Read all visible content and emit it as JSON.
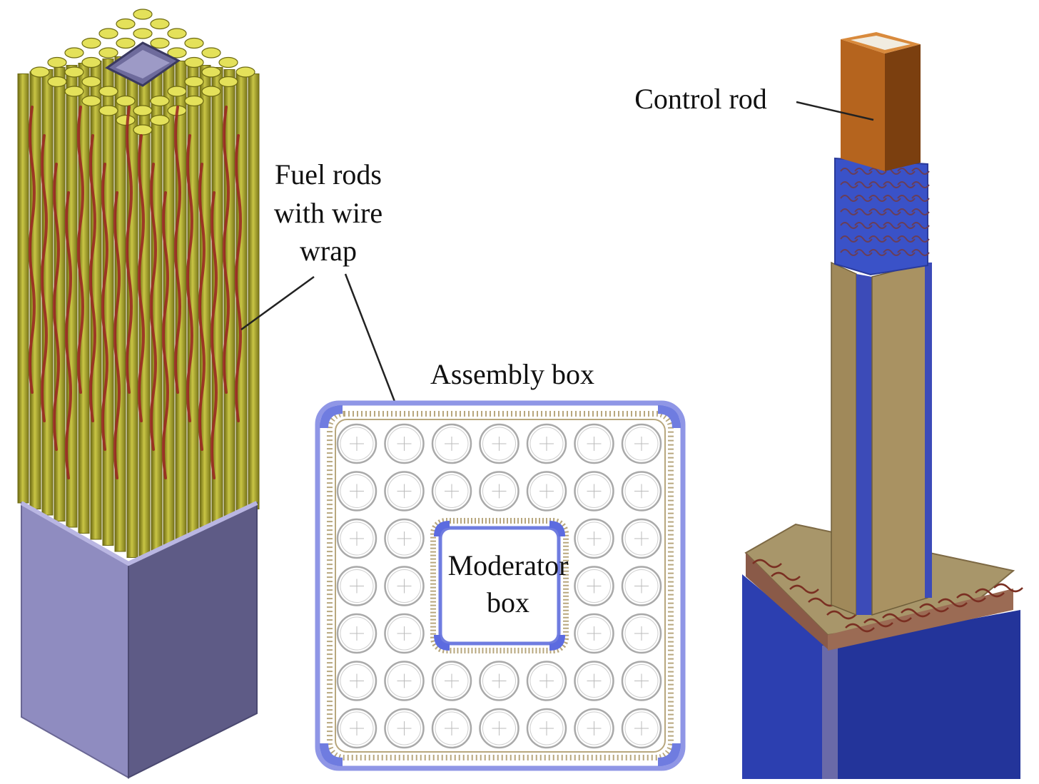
{
  "labels": {
    "fuel_rods_line1": "Fuel rods",
    "fuel_rods_line2": "with wire",
    "fuel_rods_line3": "wrap",
    "assembly_box": "Assembly box",
    "moderator_line1": "Moderator",
    "moderator_line2": "box",
    "control_rod": "Control rod"
  },
  "colors": {
    "fuel_rod": "#b8b43a",
    "fuel_rod_dark": "#6d6a12",
    "fuel_rod_top": "#e4e15a",
    "wire_wrap": "#9a2a22",
    "lower_box_front": "#8f8cc0",
    "lower_box_side": "#5e5b86",
    "box_blue": "#3d4fb8",
    "box_blue_light": "#6f7ce0",
    "cross_section_rod": "#a9a9a9",
    "wall_tan": "#b8a77e",
    "control_rod": "#b5641e",
    "control_rod_dark": "#7b3f0f",
    "wall_plate": "#a0895a",
    "wall_plate_dark": "#7d6944"
  },
  "grid": {
    "rows": 7,
    "cols": 7,
    "moderator_rows": [
      2,
      3,
      4
    ],
    "moderator_cols": [
      2,
      3,
      4
    ]
  }
}
